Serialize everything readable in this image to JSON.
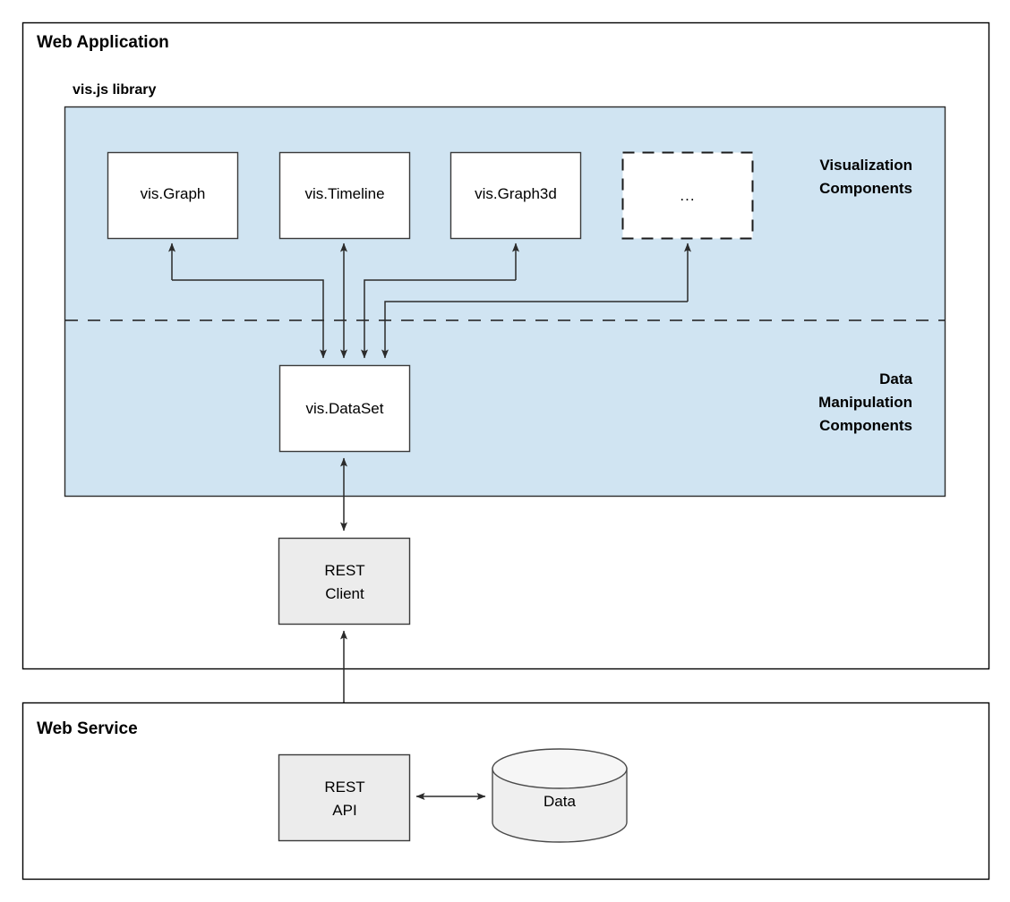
{
  "diagram": {
    "type": "architecture-block-diagram",
    "title_visible": false,
    "containers": [
      {
        "id": "web-application",
        "label": "Web Application"
      },
      {
        "id": "web-service",
        "label": "Web Service"
      }
    ],
    "library": {
      "label": "vis.js library",
      "panel_color": "#d0e4f2"
    },
    "zones": [
      {
        "id": "visualization",
        "lines": [
          "Visualization",
          "Components"
        ]
      },
      {
        "id": "data-manipulation",
        "lines": [
          "Data",
          "Manipulation",
          "Components"
        ]
      }
    ],
    "visualization_components": [
      {
        "id": "vis-graph",
        "label": "vis.Graph",
        "style": "solid"
      },
      {
        "id": "vis-timeline",
        "label": "vis.Timeline",
        "style": "solid"
      },
      {
        "id": "vis-graph3d",
        "label": "vis.Graph3d",
        "style": "solid"
      },
      {
        "id": "more-components",
        "label": "...",
        "style": "dashed"
      }
    ],
    "data_components": [
      {
        "id": "vis-dataset",
        "label": "vis.DataSet",
        "style": "solid"
      }
    ],
    "client_components": [
      {
        "id": "rest-client",
        "label_line1": "REST",
        "label_line2": "Client",
        "style": "gray"
      }
    ],
    "service_components": [
      {
        "id": "rest-api",
        "label_line1": "REST",
        "label_line2": "API",
        "style": "gray"
      },
      {
        "id": "data-store",
        "label": "Data",
        "shape": "cylinder"
      }
    ],
    "connections": [
      {
        "from": "vis-dataset",
        "to": "vis-graph",
        "direction": "up"
      },
      {
        "from": "vis-dataset",
        "to": "vis-timeline",
        "direction": "up"
      },
      {
        "from": "vis-dataset",
        "to": "vis-graph3d",
        "direction": "up"
      },
      {
        "from": "vis-dataset",
        "to": "more-components",
        "direction": "up"
      },
      {
        "from": "vis-dataset",
        "to": "rest-client",
        "direction": "bidirectional"
      },
      {
        "from": "rest-client",
        "to": "rest-api",
        "direction": "bidirectional"
      },
      {
        "from": "rest-api",
        "to": "data-store",
        "direction": "bidirectional"
      }
    ],
    "colors": {
      "panel_blue": "#d0e4f2",
      "box_white": "#ffffff",
      "box_gray": "#ececec",
      "cylinder_gray": "#efefef",
      "stroke": "#2b2b2b"
    }
  }
}
